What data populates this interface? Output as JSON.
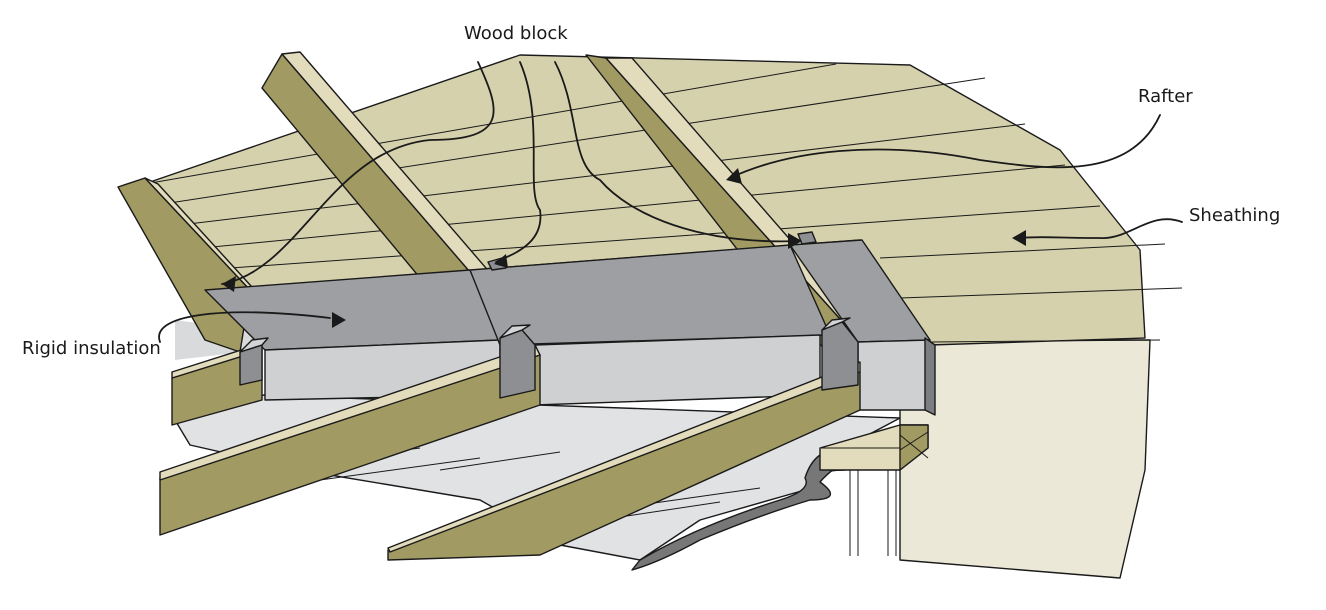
{
  "labels": {
    "wood_block": "Wood block",
    "rafter": "Rafter",
    "sheathing": "Sheathing",
    "rigid_insulation": "Rigid insulation"
  },
  "colors": {
    "sheathing": "#d6d1ad",
    "wall_face": "#ebe8d8",
    "rafter_side": "#a29a63",
    "rafter_top": "#e2dcbc",
    "insulation_dark": "#9e9fa3",
    "insulation_light": "#cfd0d2",
    "block_face": "#8e8f93",
    "block_light": "#d3d4d6",
    "ceiling": "#e1e2e4",
    "ink": "#1a1a1a"
  }
}
